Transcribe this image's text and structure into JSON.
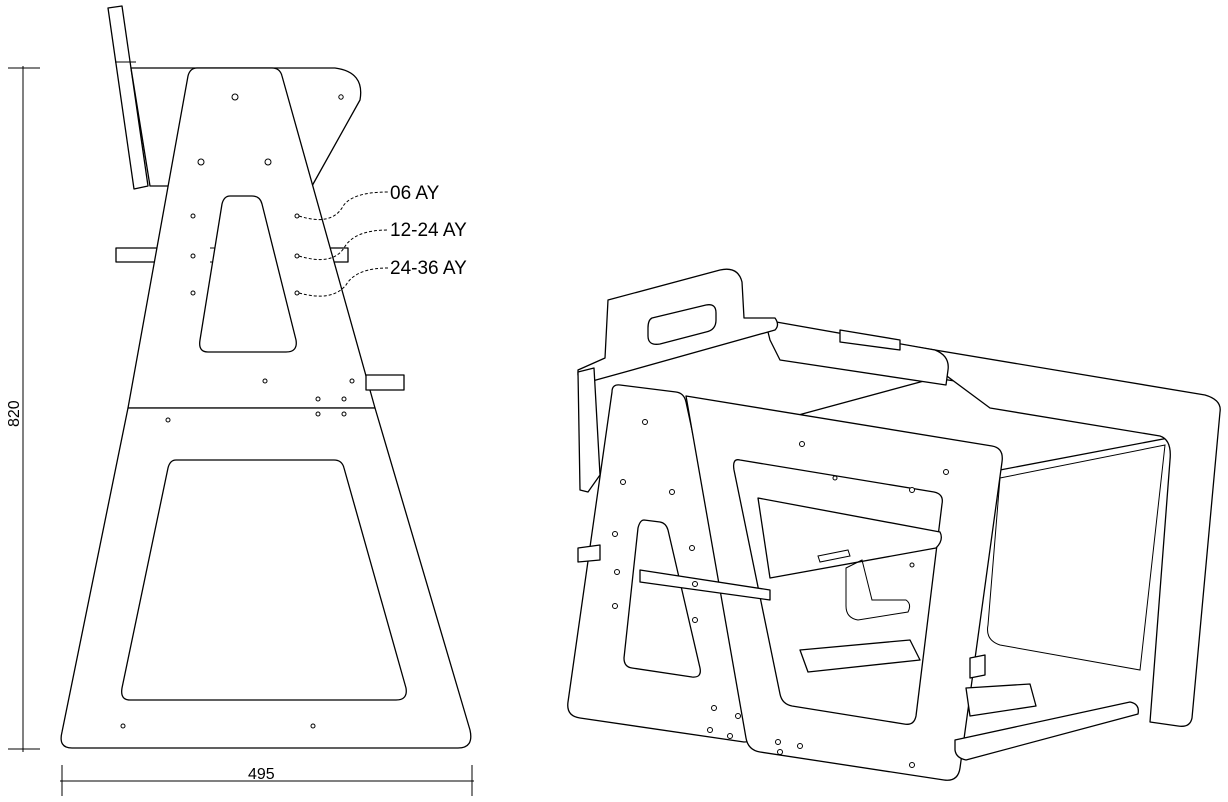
{
  "labels": {
    "age_1": "06 AY",
    "age_2": "12-24 AY",
    "age_3": "24-36 AY"
  },
  "dimensions": {
    "height": "820",
    "width": "495"
  },
  "colors": {
    "line": "#000000",
    "background": "#ffffff"
  }
}
